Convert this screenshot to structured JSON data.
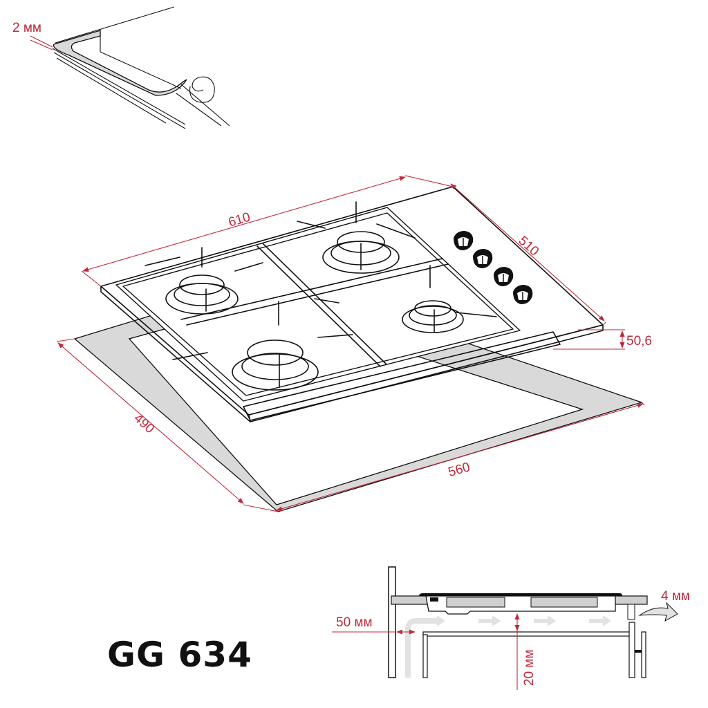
{
  "product": {
    "model": "GG 634"
  },
  "colors": {
    "dimension": "#c0283a",
    "ink": "#111111",
    "cutout_fill": "#d9d9d9",
    "airflow_arrow": "#e0e0e0",
    "background": "#ffffff"
  },
  "seal_detail": {
    "gap_label": "2 мм"
  },
  "hob_dimensions": {
    "width": "610",
    "depth": "510",
    "height": "50,6"
  },
  "cutout_dimensions": {
    "width": "560",
    "depth": "490"
  },
  "installation_section": {
    "wall_clearance": "50 мм",
    "air_gap": "20 мм",
    "vent_gap": "4 мм"
  },
  "components": {
    "burner_count": 4,
    "knob_count": 4
  }
}
